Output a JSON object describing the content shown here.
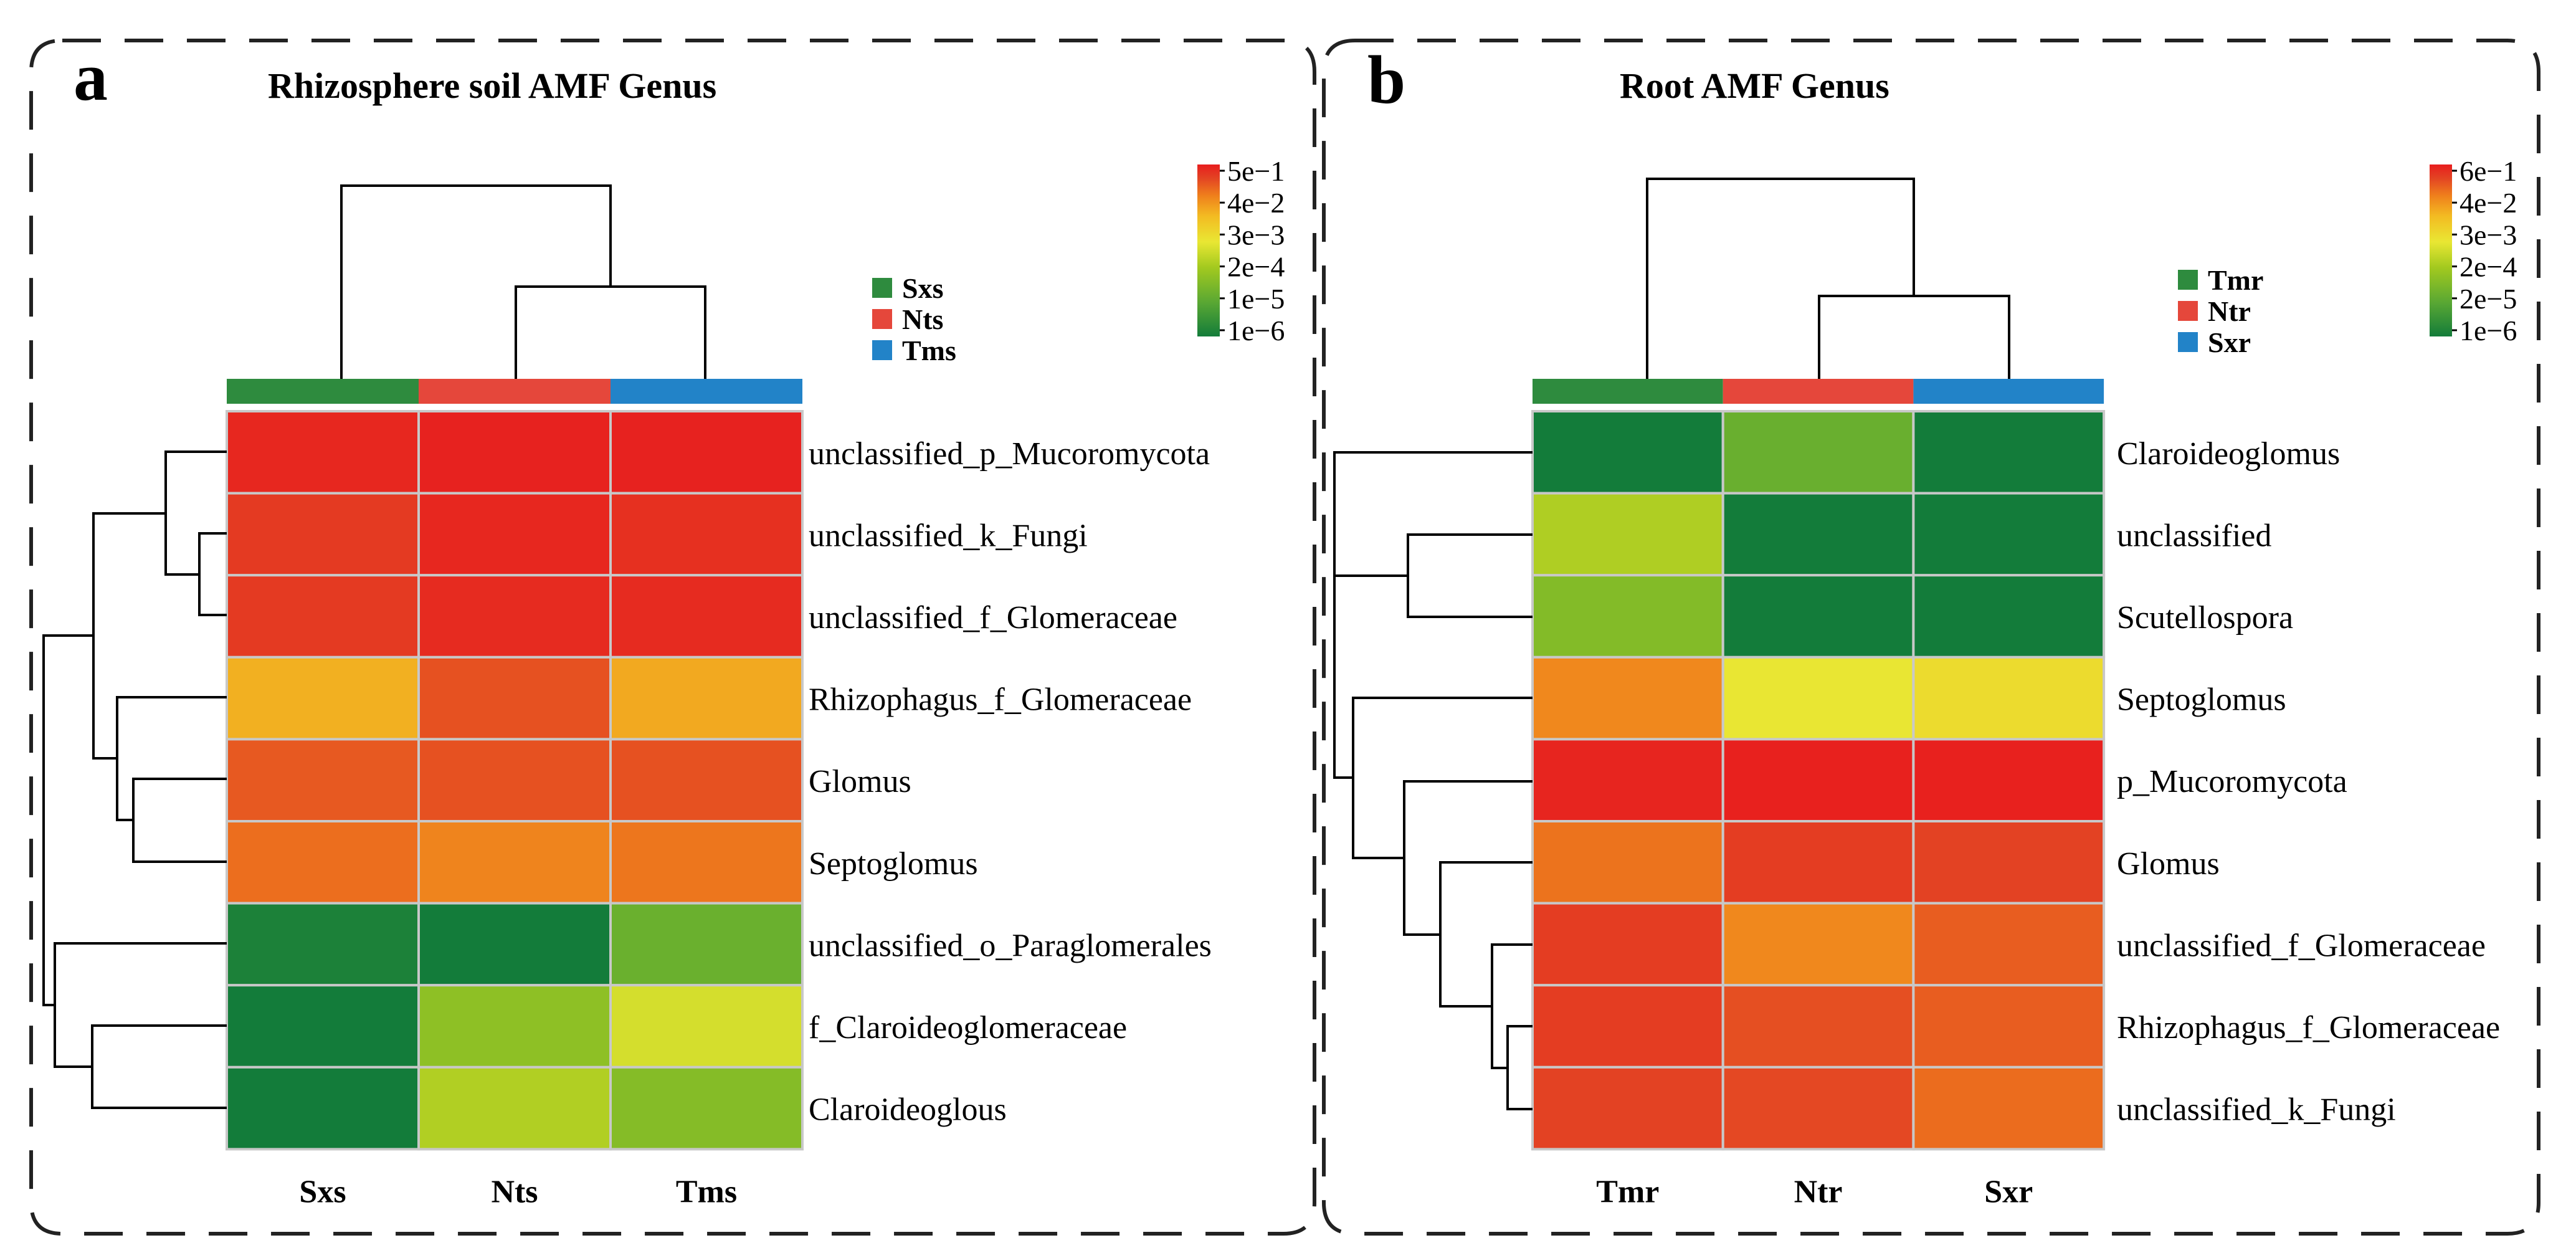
{
  "panels": [
    {
      "letter": "a",
      "title": "Rhizosphere soil AMF Genus",
      "legend": {
        "groups": [
          {
            "label": "Sxs",
            "color": "#2e8b3e"
          },
          {
            "label": "Nts",
            "color": "#e5473b"
          },
          {
            "label": "Tms",
            "color": "#2283c8"
          }
        ],
        "scale_ticks": [
          "5e−1",
          "4e−2",
          "3e−3",
          "2e−4",
          "1e−5",
          "1e−6"
        ]
      }
    },
    {
      "letter": "b",
      "title": "Root AMF Genus",
      "legend": {
        "groups": [
          {
            "label": "Tmr",
            "color": "#2e8b3e"
          },
          {
            "label": "Ntr",
            "color": "#e5473b"
          },
          {
            "label": "Sxr",
            "color": "#2283c8"
          }
        ],
        "scale_ticks": [
          "6e−1",
          "4e−2",
          "3e−3",
          "2e−4",
          "2e−5",
          "1e−6"
        ]
      }
    }
  ],
  "chart_data": [
    {
      "type": "heatmap",
      "title": "Rhizosphere soil AMF Genus",
      "columns": [
        "Sxs",
        "Nts",
        "Tms"
      ],
      "rows": [
        "unclassified_p_Mucoromycota",
        "unclassified_k_Fungi",
        "unclassified_f_Glomeraceae",
        "Rhizophagus_f_Glomeraceae",
        "Glomus",
        "Septoglomus",
        "unclassified_o_Paraglomerales",
        "f_Claroideoglomeraceae",
        "Claroideoglous"
      ],
      "values_log10": [
        [
          -0.5,
          -0.4,
          -0.4
        ],
        [
          -0.9,
          -0.5,
          -0.7
        ],
        [
          -0.9,
          -0.6,
          -0.6
        ],
        [
          -2.6,
          -1.3,
          -2.5
        ],
        [
          -1.4,
          -1.3,
          -1.3
        ],
        [
          -1.7,
          -2.0,
          -1.8
        ],
        [
          -5.9,
          -6.0,
          -5.0
        ],
        [
          -6.0,
          -4.6,
          -3.8
        ],
        [
          -6.0,
          -4.2,
          -4.7
        ]
      ],
      "color_scale": "log",
      "scale_range": [
        1e-06,
        0.5
      ],
      "colors": [
        "#137c3a",
        "#5aa833",
        "#a2c91f",
        "#e9e733",
        "#f3bb22",
        "#ef7f1c",
        "#e34423",
        "#e81d1e"
      ]
    },
    {
      "type": "heatmap",
      "title": "Root AMF Genus",
      "columns": [
        "Tmr",
        "Ntr",
        "Sxr"
      ],
      "rows": [
        "Claroideoglomus",
        "unclassified",
        "Scutellospora",
        "Septoglomus",
        "p_Mucoromycota",
        "Glomus",
        "unclassified_f_Glomeraceae",
        "Rhizophagus_f_Glomeraceae",
        "unclassified_k_Fungi"
      ],
      "values_log10": [
        [
          -6.0,
          -5.0,
          -6.0
        ],
        [
          -4.2,
          -6.0,
          -6.0
        ],
        [
          -4.7,
          -6.0,
          -6.0
        ],
        [
          -2.0,
          -3.5,
          -3.3
        ],
        [
          -0.4,
          -0.3,
          -0.3
        ],
        [
          -1.7,
          -0.9,
          -1.0
        ],
        [
          -0.9,
          -2.0,
          -1.4
        ],
        [
          -0.9,
          -1.2,
          -1.4
        ],
        [
          -1.0,
          -1.1,
          -1.6
        ]
      ],
      "color_scale": "log",
      "scale_range": [
        1e-06,
        0.6
      ],
      "colors": [
        "#137c3a",
        "#5aa833",
        "#a2c91f",
        "#e9e733",
        "#f3bb22",
        "#ef7f1c",
        "#e34423",
        "#e81d1e"
      ]
    }
  ]
}
